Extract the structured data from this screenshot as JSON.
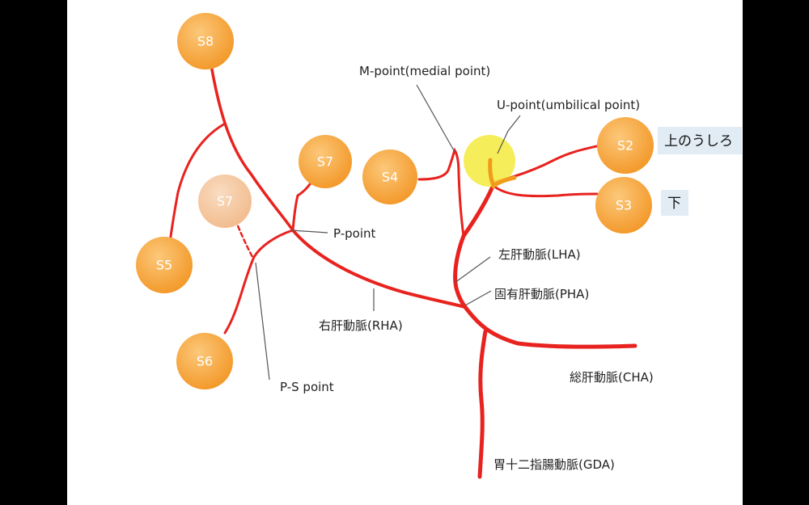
{
  "colors": {
    "artery": "#e8231f",
    "node_fill": "#f7a53c",
    "node_ghost": "#f5c9a3",
    "u_point_glow": "#f4ea3e",
    "tag_bg": "#e2ecf4",
    "leader": "#555555"
  },
  "segments": {
    "s8": "S8",
    "s7": "S7",
    "s7_ghost": "S7",
    "s4": "S4",
    "s5": "S5",
    "s6": "S6",
    "s2": "S2",
    "s3": "S3"
  },
  "annotations": {
    "m_point": "M-point(medial point)",
    "u_point": "U-point(umbilical point)",
    "p_point": "P-point",
    "ps_point": "P-S point",
    "lha": "左肝動脈(LHA)",
    "pha": "固有肝動脈(PHA)",
    "rha": "右肝動脈(RHA)",
    "cha": "総肝動脈(CHA)",
    "gda": "胃十二指腸動脈(GDA)"
  },
  "tags": {
    "upper": "上のうしろ",
    "lower": "下"
  }
}
